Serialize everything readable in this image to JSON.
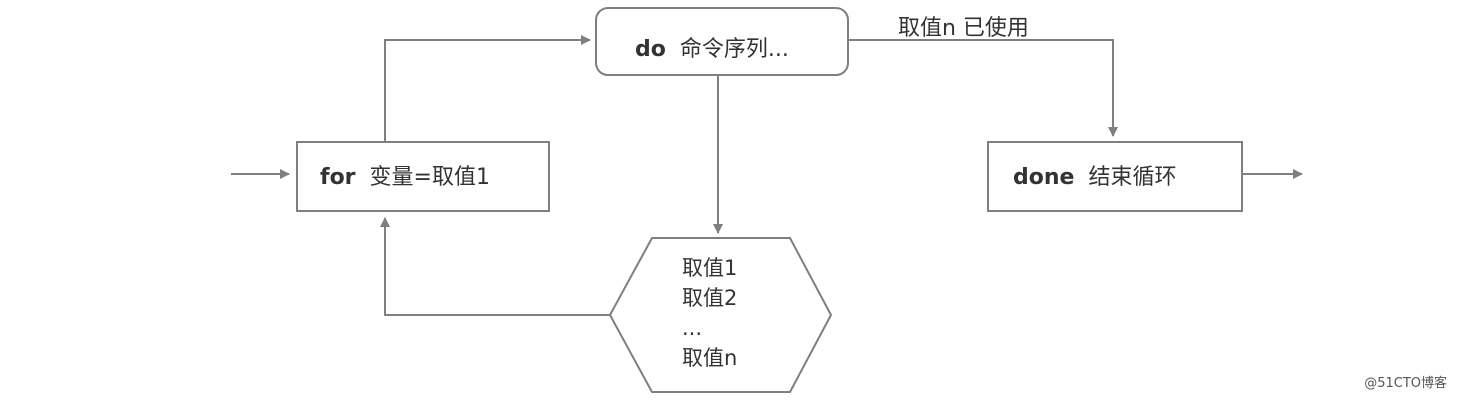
{
  "nodes": {
    "for": {
      "keyword": "for",
      "text": "变量=取值1"
    },
    "do": {
      "keyword": "do",
      "text": "命令序列..."
    },
    "done": {
      "keyword": "done",
      "text": "结束循环"
    },
    "values": {
      "lines": [
        "取值1",
        "取值2",
        "...",
        "取值n"
      ]
    }
  },
  "edge_label": "取值n 已使用",
  "watermark": "@51CTO博客",
  "colors": {
    "stroke": "#7f7f7f",
    "text": "#333333",
    "background": "#ffffff"
  }
}
